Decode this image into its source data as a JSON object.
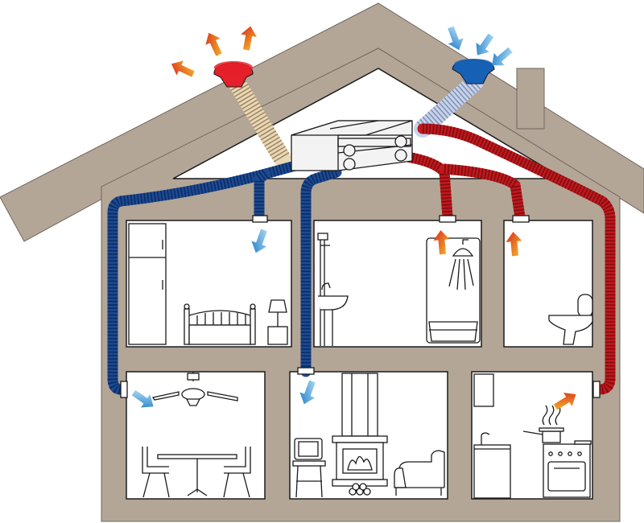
{
  "colors": {
    "wall": "#b3a697",
    "wall_stroke": "#6f665d",
    "room": "#ffffff",
    "outline": "#1a1a1a",
    "supply_duct": "#1c4a92",
    "supply_duct_dark": "#0d2c63",
    "extract_duct": "#c0181d",
    "extract_duct_dark": "#7e0e10",
    "exhaust_duct": "#e9d7b5",
    "exhaust_duct_dark": "#9b8563",
    "intake_duct": "#c7d3ea",
    "intake_duct_dark": "#7f8fb3",
    "exhaust_cap": "#e5202a",
    "intake_cap": "#1661b6",
    "unit": "#f3f3f3",
    "warm_arrow_start": "#f7c22c",
    "warm_arrow_end": "#d9261c",
    "cool_arrow_start": "#bfe6f8",
    "cool_arrow_end": "#1677c6"
  },
  "icons": {
    "exhaust_outlet": "red-roof-cap-icon",
    "fresh_air_intake": "blue-roof-cap-icon",
    "recovery_unit": "heat-recovery-unit-icon",
    "supply_flow": "blue-arrow-icon",
    "extract_flow": "warm-arrow-icon"
  },
  "rooms": [
    {
      "id": "bedroom",
      "furniture": [
        "wardrobe-icon",
        "bed-icon",
        "bedside-lamp-icon"
      ],
      "vent": "supply"
    },
    {
      "id": "bathroom",
      "furniture": [
        "sink-icon",
        "shower-icon",
        "bathtub-icon"
      ],
      "vent": "extract"
    },
    {
      "id": "toilet",
      "furniture": [
        "toilet-icon"
      ],
      "vent": "extract"
    },
    {
      "id": "dining-room",
      "furniture": [
        "ceiling-fan-icon",
        "table-icon",
        "chair-icon"
      ],
      "vent": "supply"
    },
    {
      "id": "living-room",
      "furniture": [
        "fireplace-icon",
        "tv-icon",
        "armchair-icon"
      ],
      "vent": "supply"
    },
    {
      "id": "kitchen",
      "furniture": [
        "cabinet-icon",
        "stove-icon",
        "cooking-pot-icon"
      ],
      "vent": "extract"
    }
  ]
}
